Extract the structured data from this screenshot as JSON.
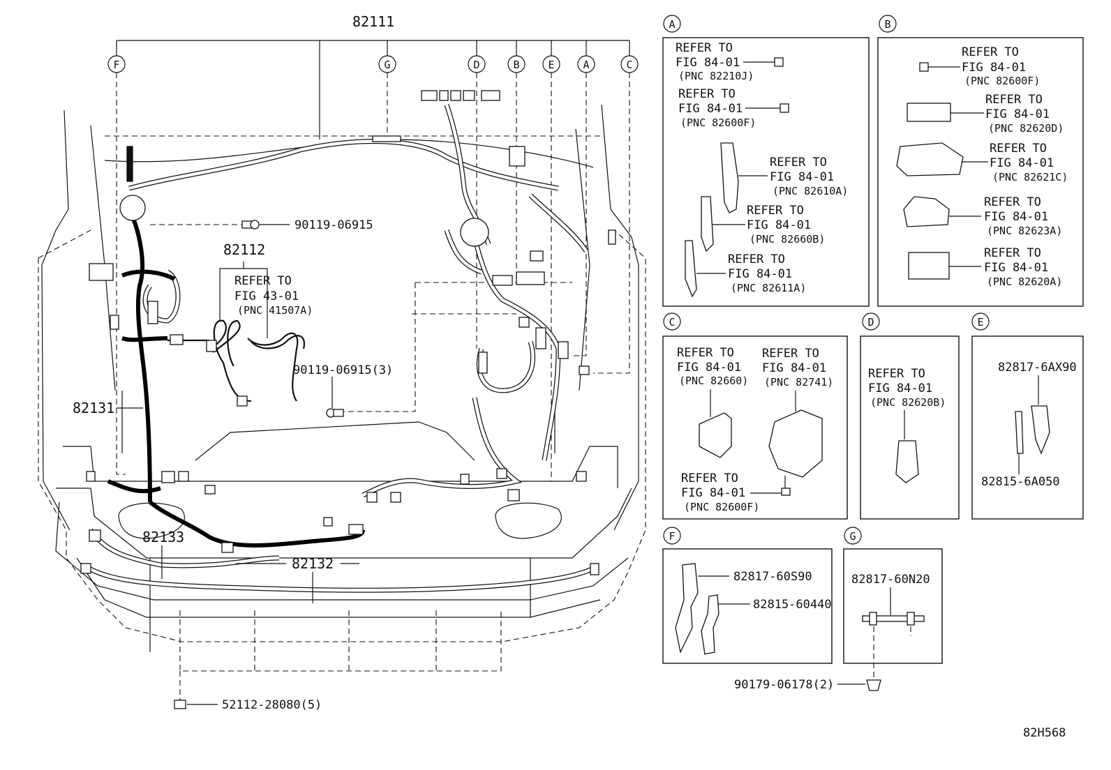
{
  "main": {
    "part_82111": "82111",
    "part_82112": "82112",
    "part_82131": "82131",
    "part_82133": "82133",
    "part_82132": "82132",
    "bolt_top": "90119-06915",
    "bolt_mid": "90119-06915(3)",
    "clamp_bottom": "52112-28080(5)",
    "refer_43": [
      "REFER TO",
      "FIG 43-01",
      "(PNC 41507A)"
    ],
    "callouts_top": [
      "F",
      "G",
      "D",
      "B",
      "E",
      "A",
      "C"
    ]
  },
  "panels": {
    "A": {
      "label": "A",
      "refs": [
        [
          "REFER TO",
          "FIG 84-01",
          "(PNC 82210J)"
        ],
        [
          "REFER TO",
          "FIG 84-01",
          "(PNC 82600F)"
        ],
        [
          "REFER TO",
          "FIG 84-01",
          "(PNC 82610A)"
        ],
        [
          "REFER TO",
          "FIG 84-01",
          "(PNC 82660B)"
        ],
        [
          "REFER TO",
          "FIG 84-01",
          "(PNC 82611A)"
        ]
      ]
    },
    "B": {
      "label": "B",
      "refs": [
        [
          "REFER TO",
          "FIG 84-01",
          "(PNC 82600F)"
        ],
        [
          "REFER TO",
          "FIG 84-01",
          "(PNC 82620D)"
        ],
        [
          "REFER TO",
          "FIG 84-01",
          "(PNC 82621C)"
        ],
        [
          "REFER TO",
          "FIG 84-01",
          "(PNC 82623A)"
        ],
        [
          "REFER TO",
          "FIG 84-01",
          "(PNC 82620A)"
        ]
      ]
    },
    "C": {
      "label": "C",
      "refs": [
        [
          "REFER TO",
          "FIG 84-01",
          "(PNC 82660)"
        ],
        [
          "REFER TO",
          "FIG 84-01",
          "(PNC 82741)"
        ],
        [
          "REFER TO",
          "FIG 84-01",
          "(PNC 82600F)"
        ]
      ]
    },
    "D": {
      "label": "D",
      "refs": [
        [
          "REFER TO",
          "FIG 84-01",
          "(PNC 82620B)"
        ]
      ]
    },
    "E": {
      "label": "E",
      "parts": [
        "82817-6AX90",
        "82815-6A050"
      ]
    },
    "F": {
      "label": "F",
      "parts": [
        "82817-60S90",
        "82815-60440"
      ]
    },
    "G": {
      "label": "G",
      "parts": [
        "82817-60N20"
      ],
      "clip": "90179-06178(2)"
    }
  },
  "diagram_id": "82H568"
}
